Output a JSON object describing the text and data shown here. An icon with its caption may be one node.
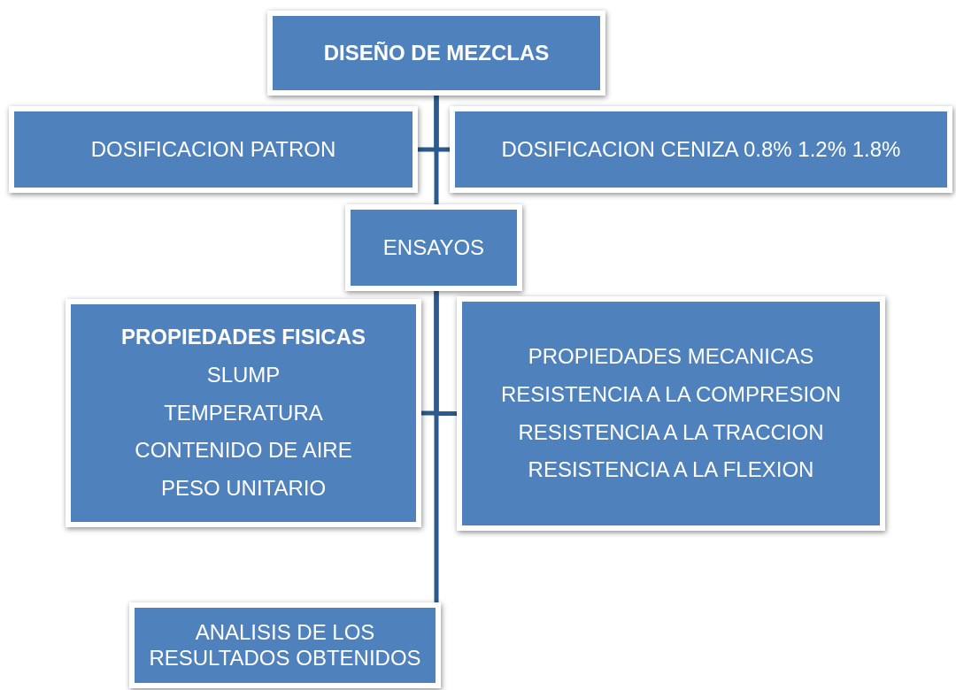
{
  "diagram": {
    "nodes": [
      {
        "text": [
          "DISEÑO DE MEZCLAS"
        ]
      },
      {
        "text": [
          "DOSIFICACION PATRON"
        ]
      },
      {
        "text": [
          "DOSIFICACION CENIZA 0.8% 1.2% 1.8%"
        ]
      },
      {
        "text": [
          "ENSAYOS"
        ]
      },
      {
        "text": [
          "PROPIEDADES FISICAS",
          "SLUMP",
          "TEMPERATURA",
          "CONTENIDO DE AIRE",
          "PESO UNITARIO"
        ]
      },
      {
        "text": [
          "PROPIEDADES MECANICAS",
          "RESISTENCIA A LA COMPRESION",
          "RESISTENCIA A LA TRACCION",
          "RESISTENCIA A LA FLEXION"
        ]
      },
      {
        "text": [
          "ANALISIS DE LOS RESULTADOS OBTENIDOS"
        ]
      }
    ],
    "edges": [
      {
        "from": 0,
        "to": 1,
        "arrow": "none"
      },
      {
        "from": 0,
        "to": 2,
        "arrow": "none"
      },
      {
        "from": 0,
        "to": 3,
        "arrow": "none"
      },
      {
        "from": 3,
        "to": 4,
        "arrow": "none"
      },
      {
        "from": 3,
        "to": 5,
        "arrow": "none"
      },
      {
        "from": 3,
        "to": 6,
        "arrow": "none"
      }
    ]
  }
}
